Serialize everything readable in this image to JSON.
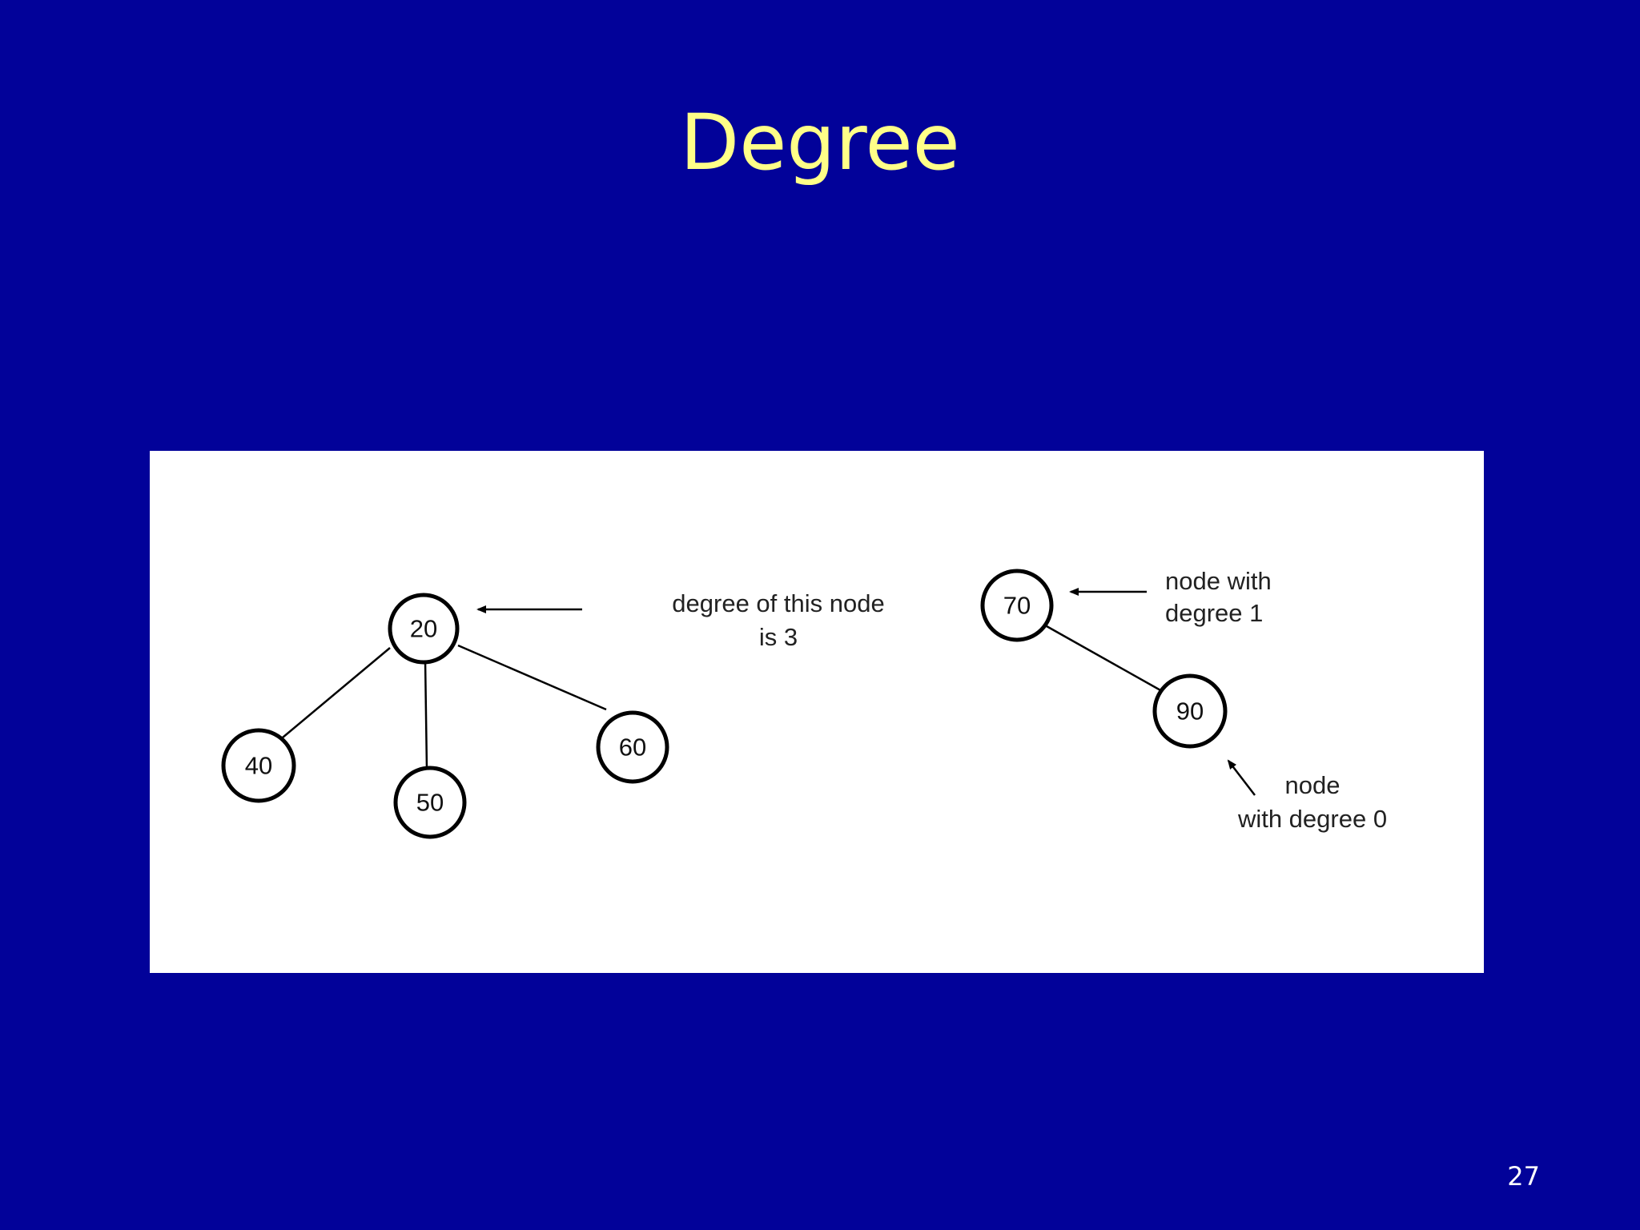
{
  "slide": {
    "title": "Degree",
    "page_number": "27"
  },
  "diagram": {
    "tree1": {
      "root": "20",
      "children": [
        "40",
        "50",
        "60"
      ],
      "annotation_line1": "degree  of this node",
      "annotation_line2": "is  3"
    },
    "tree2": {
      "root": "70",
      "child": "90",
      "root_annotation_line1": "node with",
      "root_annotation_line2": "degree 1",
      "child_annotation_line1": "node",
      "child_annotation_line2": "with degree 0"
    }
  },
  "colors": {
    "background": "#020299",
    "title": "#FFFF88",
    "figure_background": "#ffffff"
  }
}
